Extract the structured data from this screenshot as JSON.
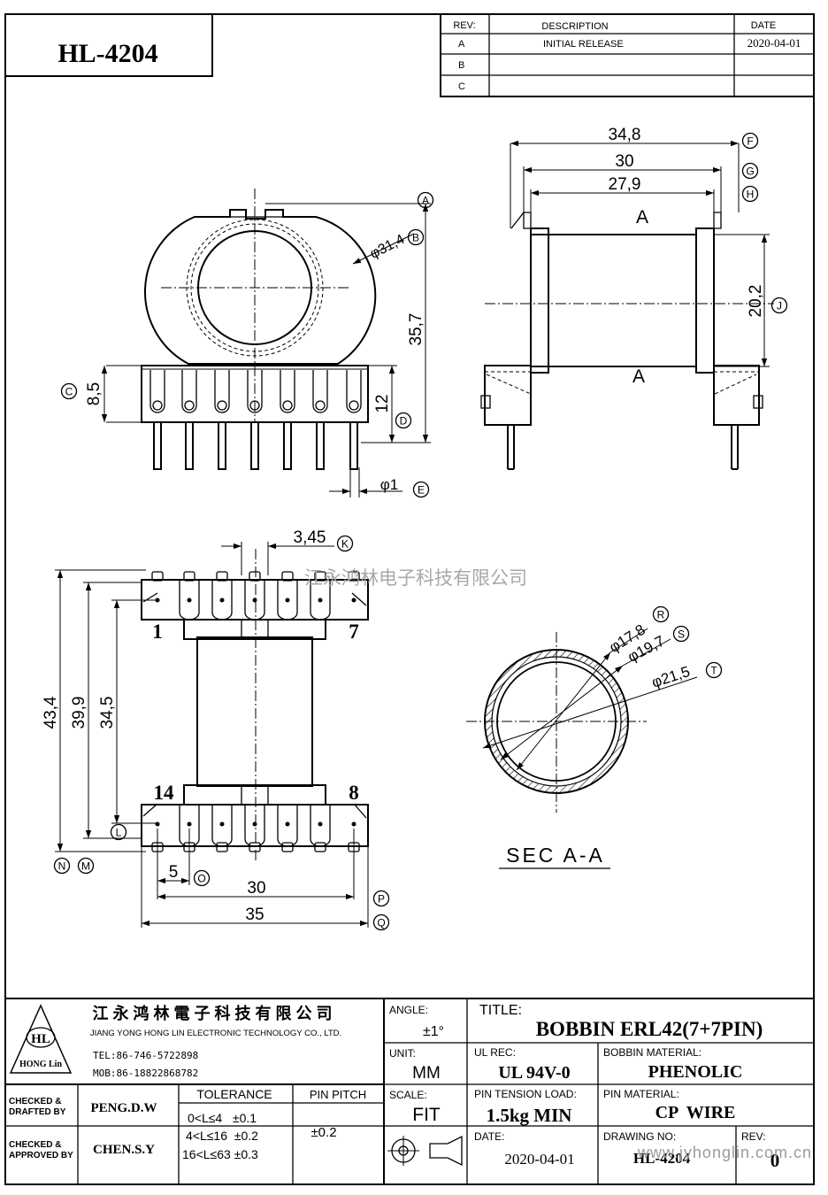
{
  "part_no": "HL-4204",
  "revision_table": {
    "headers": [
      "REV:",
      "DESCRIPTION",
      "DATE"
    ],
    "rows": [
      {
        "rev": "A",
        "description": "INITIAL RELEASE",
        "date": "2020-04-01"
      },
      {
        "rev": "B",
        "description": "",
        "date": ""
      },
      {
        "rev": "C",
        "description": "",
        "date": ""
      }
    ]
  },
  "dimensions": {
    "front_view": {
      "height": "35,7",
      "diameter": "φ31,4",
      "base": "8,5",
      "pin_zone": "12",
      "pin_dia": "φ1"
    },
    "side_view": {
      "overall": "34,8",
      "flange_outer": "30",
      "winding_width": "27,9",
      "core_height": "20,2",
      "section_top": "A",
      "section_bottom": "A"
    },
    "bottom_view": {
      "pin_width": "3,45",
      "h_overall": "43,4",
      "h_mid": "39,9",
      "h_pins": "34,5",
      "pitch": "5",
      "row_span": "30",
      "width": "35"
    },
    "section": {
      "d1": "φ17,8",
      "d2": "φ19,7",
      "d3": "φ21,5",
      "label": "SEC A-A"
    }
  },
  "callouts": [
    "A",
    "B",
    "C",
    "D",
    "E",
    "F",
    "G",
    "H",
    "J",
    "K",
    "R",
    "S",
    "T",
    "L",
    "N",
    "M",
    "O",
    "P",
    "Q"
  ],
  "pin_numbers": {
    "top_left": "1",
    "top_right": "7",
    "bottom_left": "14",
    "bottom_right": "8"
  },
  "watermark": "江永鸿林电子科技有限公司",
  "title_block": {
    "company_cn": "江 永 鸿 林 電 子 科 技 有 限 公 司",
    "company_en": "JIANG YONG HONG LIN ELECTRONIC TECHNOLOGY CO., LTD.",
    "logo_initials": "HL",
    "logo_name": "HONG Lin",
    "tel": "TEL:86-746-5722898",
    "mob": "MOB:86-18822868782",
    "checked_drafted_label": "CHECKED & DRAFTED BY",
    "checked_drafted_name": "PENG.D.W",
    "checked_approved_label": "CHECKED & APPROVED BY",
    "checked_approved_name": "CHEN.S.Y",
    "tolerance_label": "TOLERANCE",
    "tolerance_rows": [
      "0<L≤4   ±0.1",
      "4<L≤16  ±0.2",
      "16<L≤63 ±0.3"
    ],
    "pin_pitch_label": "PIN PITCH",
    "pin_pitch_value": "±0.2",
    "angle_label": "ANGLE:",
    "angle_value": "±1°",
    "unit_label": "UNIT:",
    "unit_value": "MM",
    "scale_label": "SCALE:",
    "scale_value": "FIT",
    "title_label": "TITLE:",
    "title_value": "BOBBIN ERL42(7+7PIN)",
    "ul_label": "UL REC:",
    "ul_value": "UL 94V-0",
    "bobbin_material_label": "BOBBIN MATERIAL:",
    "bobbin_material_value": "PHENOLIC",
    "pin_tension_label": "PIN TENSION LOAD:",
    "pin_tension_value": "1.5kg MIN",
    "pin_material_label": "PIN MATERIAL:",
    "pin_material_value": "CP  WIRE",
    "date_label": "DATE:",
    "date_value": "2020-04-01",
    "drawing_no_label": "DRAWING NO:",
    "drawing_no_value": "HL-4204",
    "rev_label": "REV:",
    "rev_value": "0",
    "site_watermark": "www.jyhonglin.com.cn"
  }
}
